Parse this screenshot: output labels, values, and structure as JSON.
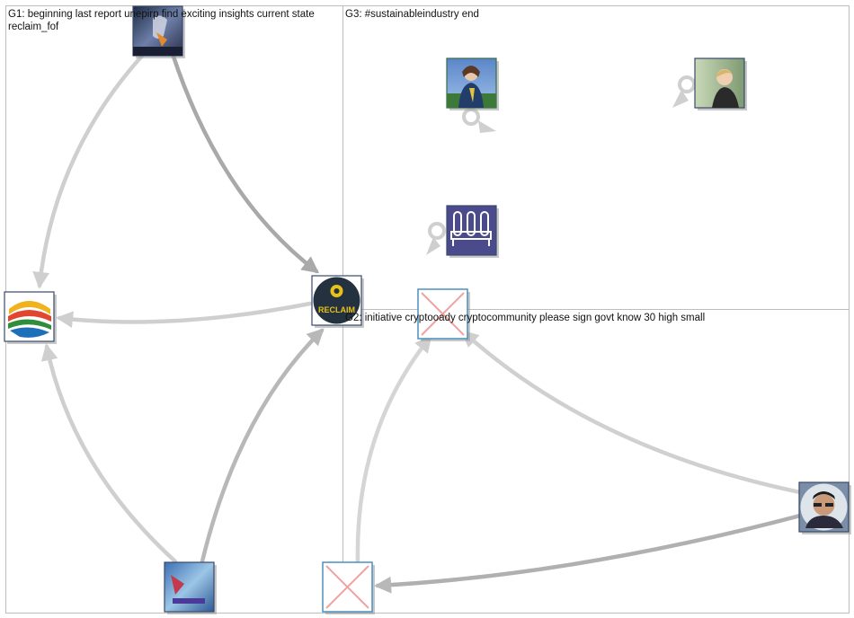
{
  "groups": [
    {
      "id": "G1",
      "label": "G1: beginning last report unepirp find exciting insights current state",
      "label_line2": "reclaim_fof"
    },
    {
      "id": "G3",
      "label": "G3: #sustainableindustry end"
    },
    {
      "id": "G2",
      "label": "G2: initiative cryptooady cryptocommunity please sign govt know 30 high small"
    }
  ],
  "nodes": [
    {
      "id": "g1-top-photo",
      "type": "photo-dark-figure",
      "group": "G1"
    },
    {
      "id": "g1-globe-logo",
      "type": "globe-logo",
      "group": "G1"
    },
    {
      "id": "g1-reclaim-logo",
      "type": "reclaim-logo",
      "group": "G1",
      "text": "RECLAIM"
    },
    {
      "id": "g1-bottom-image",
      "type": "photo-blue-poster",
      "group": "G1"
    },
    {
      "id": "g3-woman-photo",
      "type": "photo-woman",
      "group": "G3"
    },
    {
      "id": "g3-man-photo",
      "type": "photo-man",
      "group": "G3"
    },
    {
      "id": "g3-testtube-icon",
      "type": "test-tubes-icon",
      "group": "G3"
    },
    {
      "id": "g2-missing-image-1",
      "type": "missing-image",
      "group": "G2"
    },
    {
      "id": "g2-missing-image-2",
      "type": "missing-image",
      "group": "G2"
    },
    {
      "id": "g2-man-photo",
      "type": "photo-man-glasses",
      "group": "G2"
    }
  ],
  "edges": [
    {
      "source": "g1-top-photo",
      "target": "g1-globe-logo",
      "color": "#cfcfcf"
    },
    {
      "source": "g1-top-photo",
      "target": "g1-reclaim-logo",
      "color": "#a9a9a9"
    },
    {
      "source": "g1-reclaim-logo",
      "target": "g1-globe-logo",
      "color": "#cfcfcf"
    },
    {
      "source": "g1-bottom-image",
      "target": "g1-globe-logo",
      "color": "#cfcfcf"
    },
    {
      "source": "g1-bottom-image",
      "target": "g1-reclaim-logo",
      "color": "#b8b8b8"
    },
    {
      "source": "g3-woman-photo",
      "target": "g3-woman-photo",
      "color": "#cfcfcf",
      "self_loop": true
    },
    {
      "source": "g3-man-photo",
      "target": "g3-man-photo",
      "color": "#cfcfcf",
      "self_loop": true
    },
    {
      "source": "g3-testtube-icon",
      "target": "g3-testtube-icon",
      "color": "#cfcfcf",
      "self_loop": true
    },
    {
      "source": "g2-man-photo",
      "target": "g2-missing-image-1",
      "color": "#d0d0d0"
    },
    {
      "source": "g2-man-photo",
      "target": "g2-missing-image-2",
      "color": "#b0b0b0"
    },
    {
      "source": "g2-missing-image-2",
      "target": "g2-missing-image-1",
      "color": "#d5d5d5"
    }
  ],
  "colors": {
    "panel_border": "#bdbdbd",
    "edge_light": "#cfcfcf",
    "edge_dark": "#a9a9a9",
    "missing_cross": "#f2a0a0",
    "missing_frame": "#4a8fc0",
    "reclaim_bg": "#24313e",
    "reclaim_text": "#e8c21a"
  }
}
